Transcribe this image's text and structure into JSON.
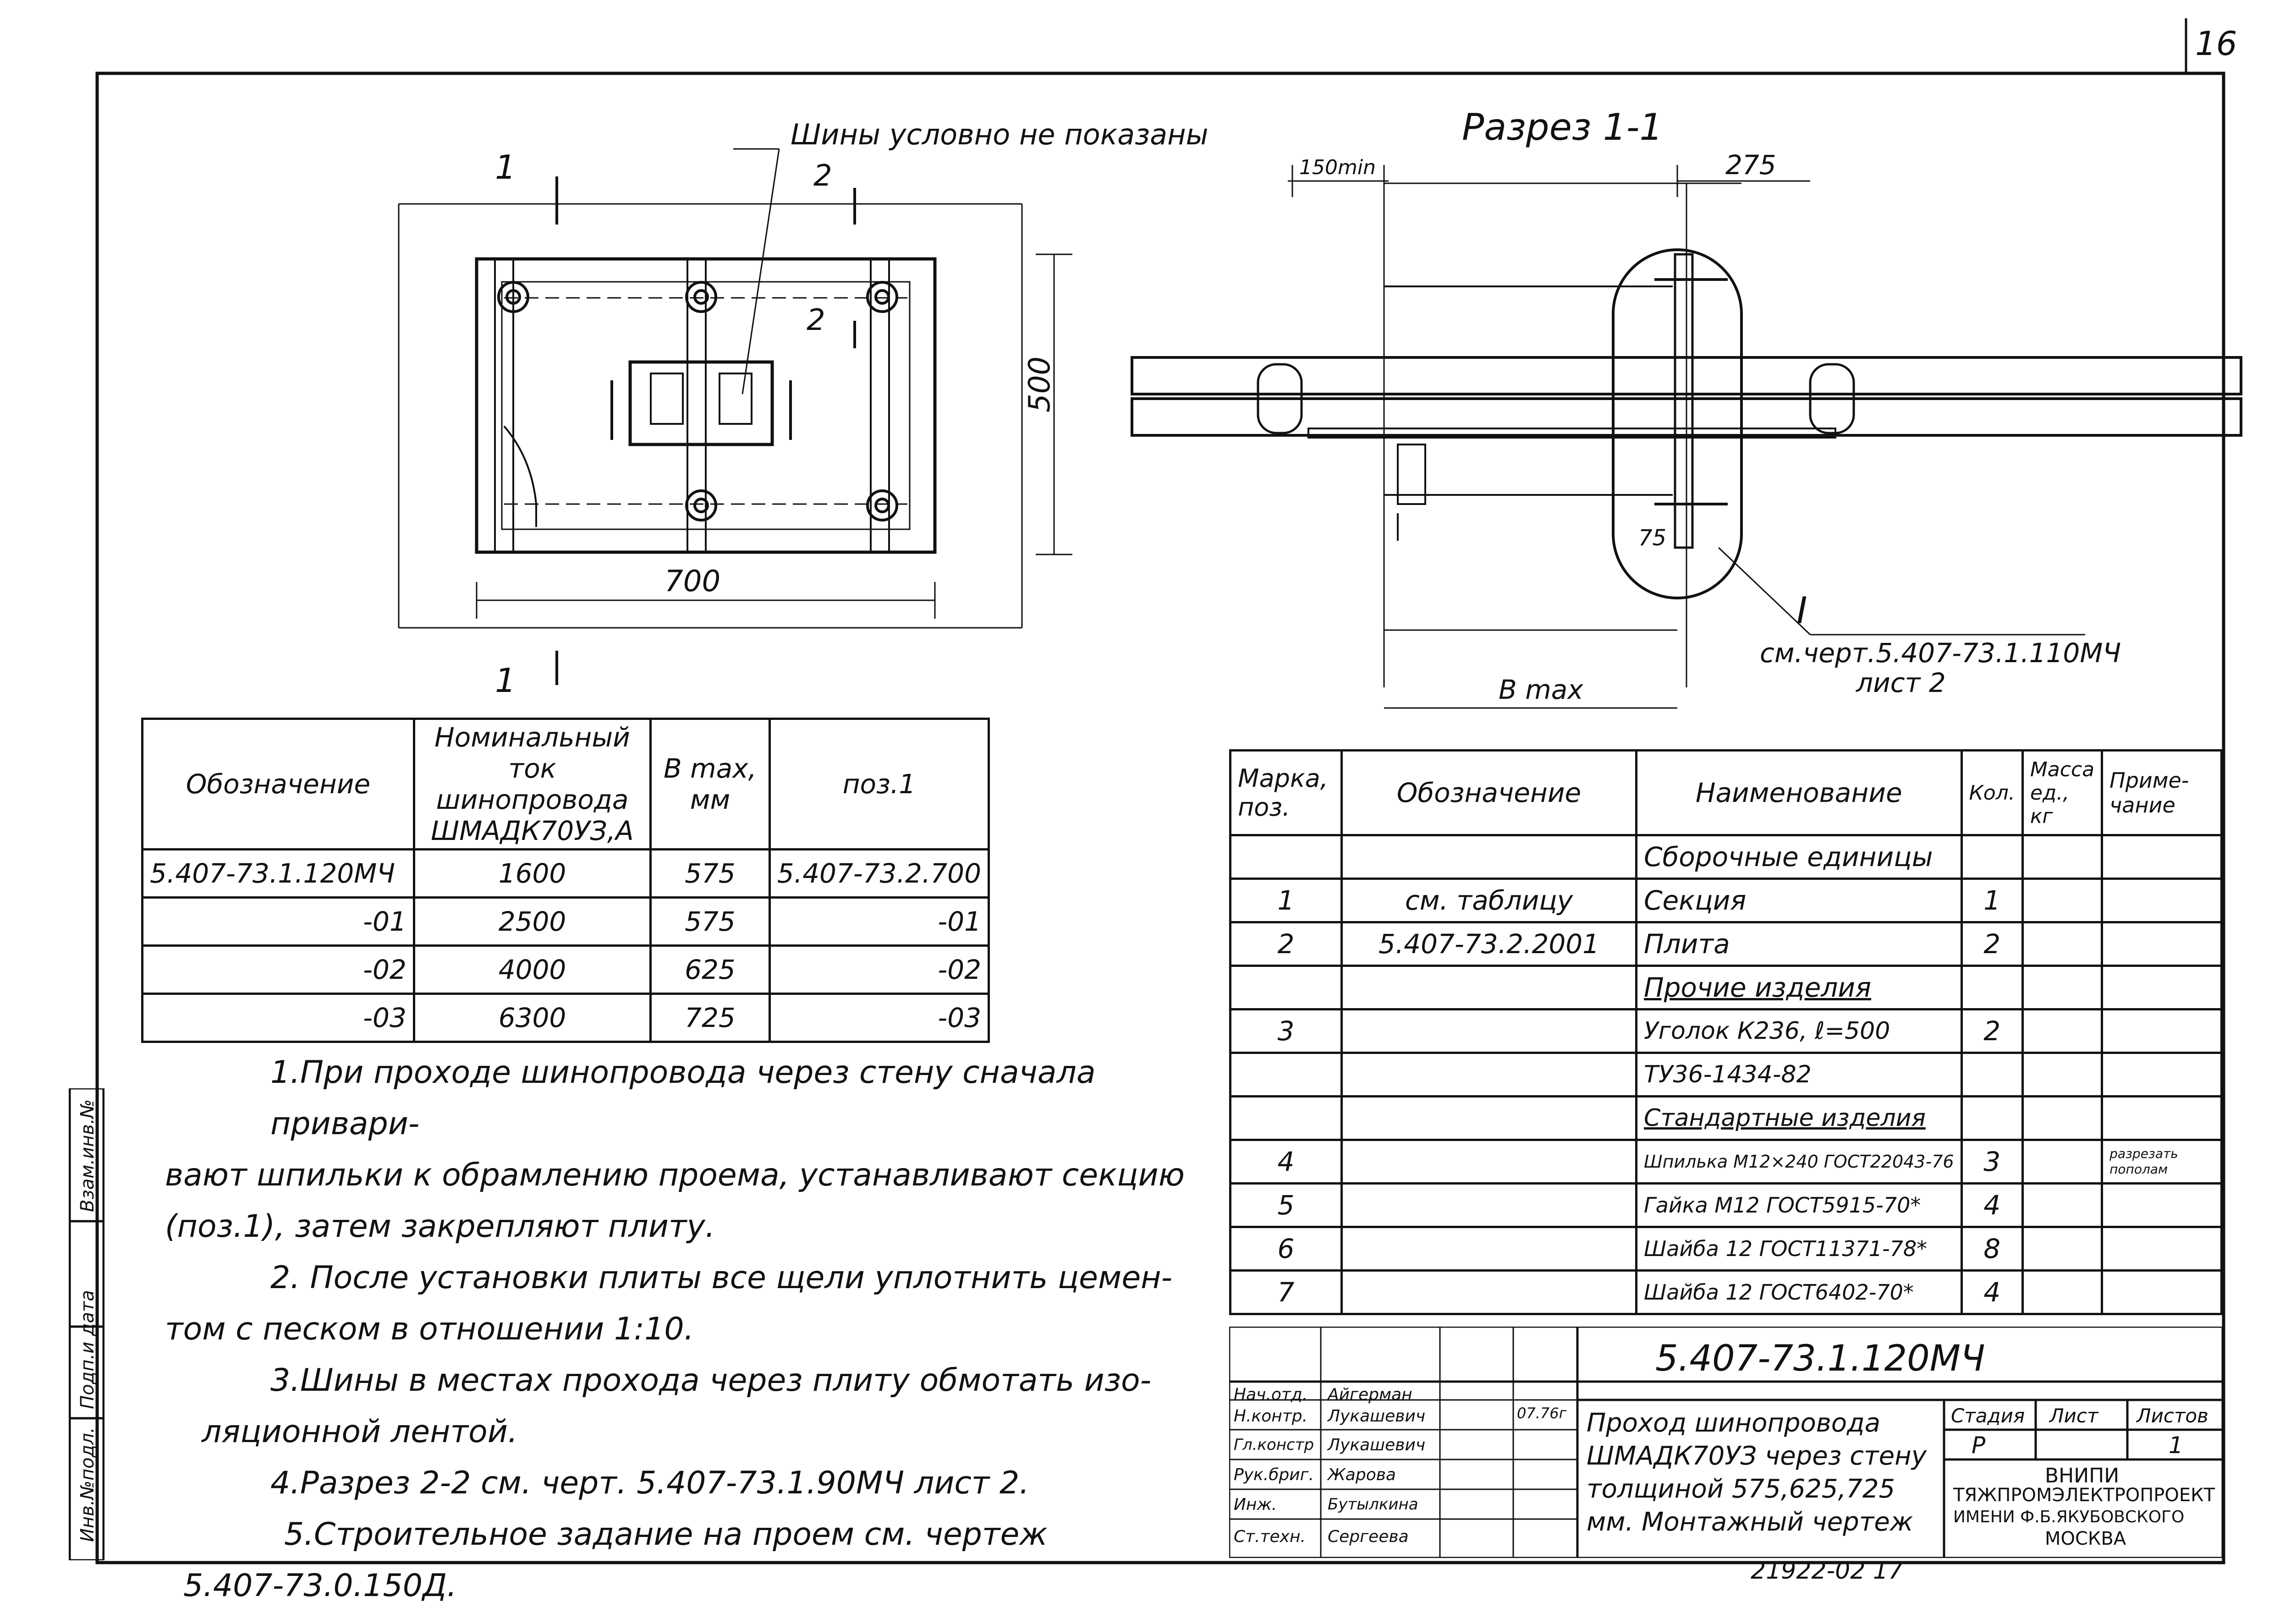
{
  "sheet": {
    "page_number": "16",
    "footer_code": "21922-02 17"
  },
  "plan_view": {
    "note_label": "Шины условно не показаны",
    "section_marker_1_top": "1",
    "section_marker_1_bottom": "1",
    "section_marker_2_top": "2",
    "section_marker_2_mid": "2",
    "dim_height": "500",
    "dim_width": "700"
  },
  "section_view": {
    "title": "Разрез 1-1",
    "dim_min": "150min",
    "dim_275": "275",
    "dim_75": "75",
    "dim_bmax": "B max",
    "callout_mark": "I",
    "callout_ref_line1": "см.черт.5.407-73.1.110МЧ",
    "callout_ref_line2": "лист 2"
  },
  "variant_table": {
    "headers": [
      "Обозначение",
      "Номинальный ток шинопровода ШМАДК70УЗ,А",
      "B max, мм",
      "поз.1"
    ],
    "rows": [
      [
        "5.407-73.1.120МЧ",
        "1600",
        "575",
        "5.407-73.2.700"
      ],
      [
        "-01",
        "2500",
        "575",
        "-01"
      ],
      [
        "-02",
        "4000",
        "625",
        "-02"
      ],
      [
        "-03",
        "6300",
        "725",
        "-03"
      ]
    ]
  },
  "notes": [
    "1.При проходе шинопровода через стену сначала привари-",
    "вают шпильки к обрамлению проема, устанавливают секцию",
    "(поз.1), затем закрепляют плиту.",
    "2. После установки плиты все щели уплотнить цемен-",
    "том с песком в отношении 1:10.",
    "3.Шины в местах прохода через плиту обмотать изо-",
    "ляционной лентой.",
    "4.Разрез 2-2 см. черт. 5.407-73.1.90МЧ лист 2.",
    "5.Строительное задание на проем см. чертеж",
    "5.407-73.0.150Д."
  ],
  "spec_table": {
    "headers": [
      "Марка, поз.",
      "Обозначение",
      "Наименование",
      "Кол.",
      "Масса ед., кг",
      "Приме-чание"
    ],
    "rows": [
      [
        "",
        "",
        "Сборочные единицы",
        "",
        "",
        ""
      ],
      [
        "1",
        "см. таблицу",
        "Секция",
        "1",
        "",
        ""
      ],
      [
        "2",
        "5.407-73.2.2001",
        "Плита",
        "2",
        "",
        ""
      ],
      [
        "",
        "",
        "Прочие изделия",
        "",
        "",
        ""
      ],
      [
        "3",
        "",
        "Уголок К236, ℓ=500",
        "2",
        "",
        ""
      ],
      [
        "",
        "",
        "ТУ36-1434-82",
        "",
        "",
        ""
      ],
      [
        "",
        "",
        "Стандартные изделия",
        "",
        "",
        ""
      ],
      [
        "4",
        "",
        "Шпилька М12×240 ГОСТ22043-76",
        "3",
        "",
        "разрезать пополам"
      ],
      [
        "5",
        "",
        "Гайка М12 ГОСТ5915-70*",
        "4",
        "",
        ""
      ],
      [
        "6",
        "",
        "Шайба 12 ГОСТ11371-78*",
        "8",
        "",
        ""
      ],
      [
        "7",
        "",
        "Шайба 12 ГОСТ6402-70*",
        "4",
        "",
        ""
      ]
    ]
  },
  "title_block": {
    "doc_code": "5.407-73.1.120МЧ",
    "title": "Проход шинопровода ШМАДК70УЗ через стену толщиной 575,625,725 мм. Монтажный чертеж",
    "stage_header": "Стадия",
    "sheet_header": "Лист",
    "sheets_header": "Листов",
    "stage": "Р",
    "sheets": "1",
    "org_line1": "ВНИПИ",
    "org_line2": "ТЯЖПРОМЭЛЕКТРОПРОЕКТ",
    "org_line3": "ИМЕНИ Ф.Б.ЯКУБОВСКОГО",
    "org_line4": "МОСКВА",
    "date": "07.76г",
    "signers": [
      {
        "role": "Нач.отд.",
        "name": "Айгерман"
      },
      {
        "role": "Н.контр.",
        "name": "Лукашевич"
      },
      {
        "role": "Гл.констр",
        "name": "Лукашевич"
      },
      {
        "role": "Рук.бриг.",
        "name": "Жарова"
      },
      {
        "role": "Инж.",
        "name": "Бутылкина"
      },
      {
        "role": "Ст.техн.",
        "name": "Сергеева"
      }
    ]
  },
  "side_strip": [
    "Инв.№подл.",
    "Подп.и дата",
    "Взам.инв.№"
  ]
}
